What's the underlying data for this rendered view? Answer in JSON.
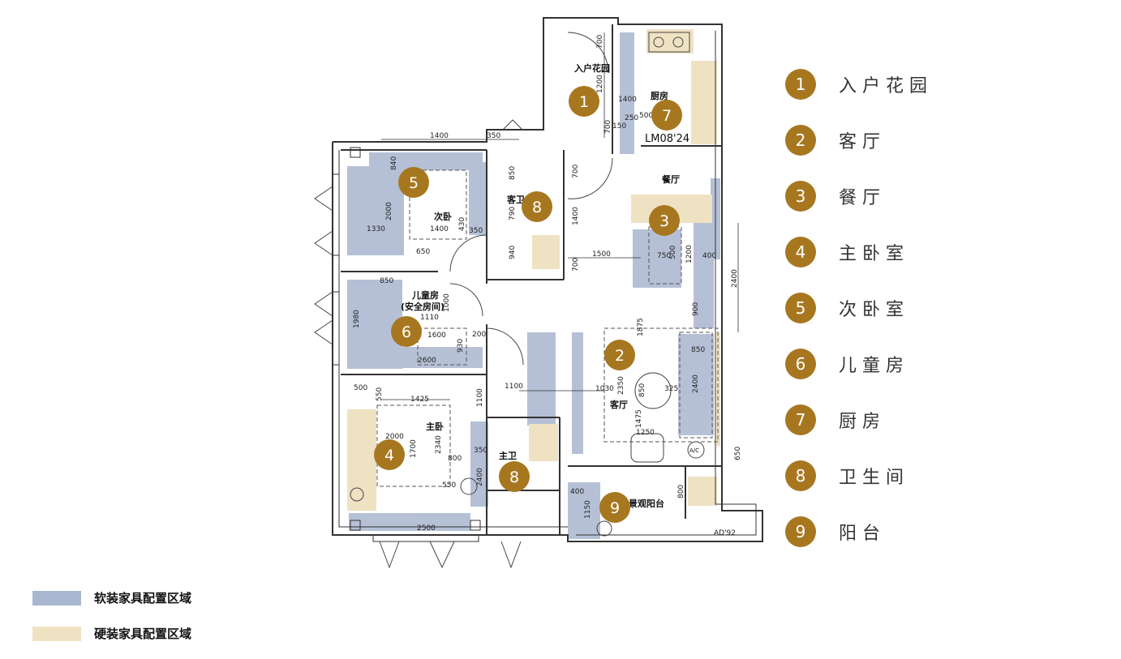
{
  "colors": {
    "marker": "#a77720",
    "soft_zone": "#a9b6cf",
    "hard_zone": "#efe2c3",
    "wall": "#333333"
  },
  "plan": {
    "rooms": {
      "entry_garden": "入户花园",
      "kitchen": "厨房",
      "kitchen_code": "LM08'24",
      "dining": "餐厅",
      "guest_bath": "客卫",
      "second_bedroom": "次卧",
      "children_room": "儿童房",
      "children_room_sub": "(安全房间)",
      "living": "客厅",
      "master_bedroom": "主卧",
      "master_bath": "主卫",
      "balcony": "景观阳台",
      "ac": "A/C"
    },
    "dimensions": {
      "d1400_top": "1400",
      "d350_top": "350",
      "d700_a": "700",
      "d1200": "1200",
      "d1400_k": "1400",
      "d700_b": "700",
      "d150": "150",
      "d250": "250",
      "d850_bath": "850",
      "d700_c": "700",
      "d790": "790",
      "d1400_c": "1400",
      "d1400_bed": "1400",
      "d2000_bed": "2000",
      "d1330": "1330",
      "d430": "430",
      "d350_b": "350",
      "d650": "650",
      "d940": "940",
      "d700_d": "700",
      "d1500": "1500",
      "d750": "750",
      "d500": "500",
      "d1200_din": "1200",
      "d400_din": "400",
      "d2400_r": "2400",
      "d850_child": "850",
      "d1000": "1000",
      "d1110": "1110",
      "d1980": "1980",
      "d1600": "1600",
      "d200": "200",
      "d930": "930",
      "d2600": "2600",
      "d1875": "1875",
      "d900": "900",
      "d850_sofa": "850",
      "d2400_sofa": "2400",
      "d1100_a": "1100",
      "d1030": "1030",
      "d2350": "2350",
      "d850_tbl": "850",
      "d325": "325",
      "d1475": "1475",
      "d1250": "1250",
      "d1425": "1425",
      "d550_a": "550",
      "d2000_m": "2000",
      "d1700": "1700",
      "d2340": "2340",
      "d800_a": "800",
      "d1100_b": "1100",
      "d350_c": "350",
      "d2400_m": "2400",
      "d550_b": "550",
      "d500_m": "500",
      "d2500": "2500",
      "d400_bal": "400",
      "d800_b": "800",
      "d650_r": "650",
      "d1150": "1150",
      "d500_k": "500",
      "d840": "840",
      "ad_code": "AD'92"
    },
    "markers": [
      {
        "n": "1"
      },
      {
        "n": "7"
      },
      {
        "n": "5"
      },
      {
        "n": "8"
      },
      {
        "n": "3"
      },
      {
        "n": "6"
      },
      {
        "n": "2"
      },
      {
        "n": "4"
      },
      {
        "n": "8"
      },
      {
        "n": "9"
      }
    ]
  },
  "legend": [
    {
      "n": "1",
      "label": "入户花园"
    },
    {
      "n": "2",
      "label": "客厅"
    },
    {
      "n": "3",
      "label": "餐厅"
    },
    {
      "n": "4",
      "label": "主卧室"
    },
    {
      "n": "5",
      "label": "次卧室"
    },
    {
      "n": "6",
      "label": "儿童房"
    },
    {
      "n": "7",
      "label": "厨房"
    },
    {
      "n": "8",
      "label": "卫生间"
    },
    {
      "n": "9",
      "label": "阳台"
    }
  ],
  "key": [
    {
      "label": "软装家具配置区域",
      "color": "#a9b6cf"
    },
    {
      "label": "硬装家具配置区域",
      "color": "#efe2c3"
    }
  ]
}
